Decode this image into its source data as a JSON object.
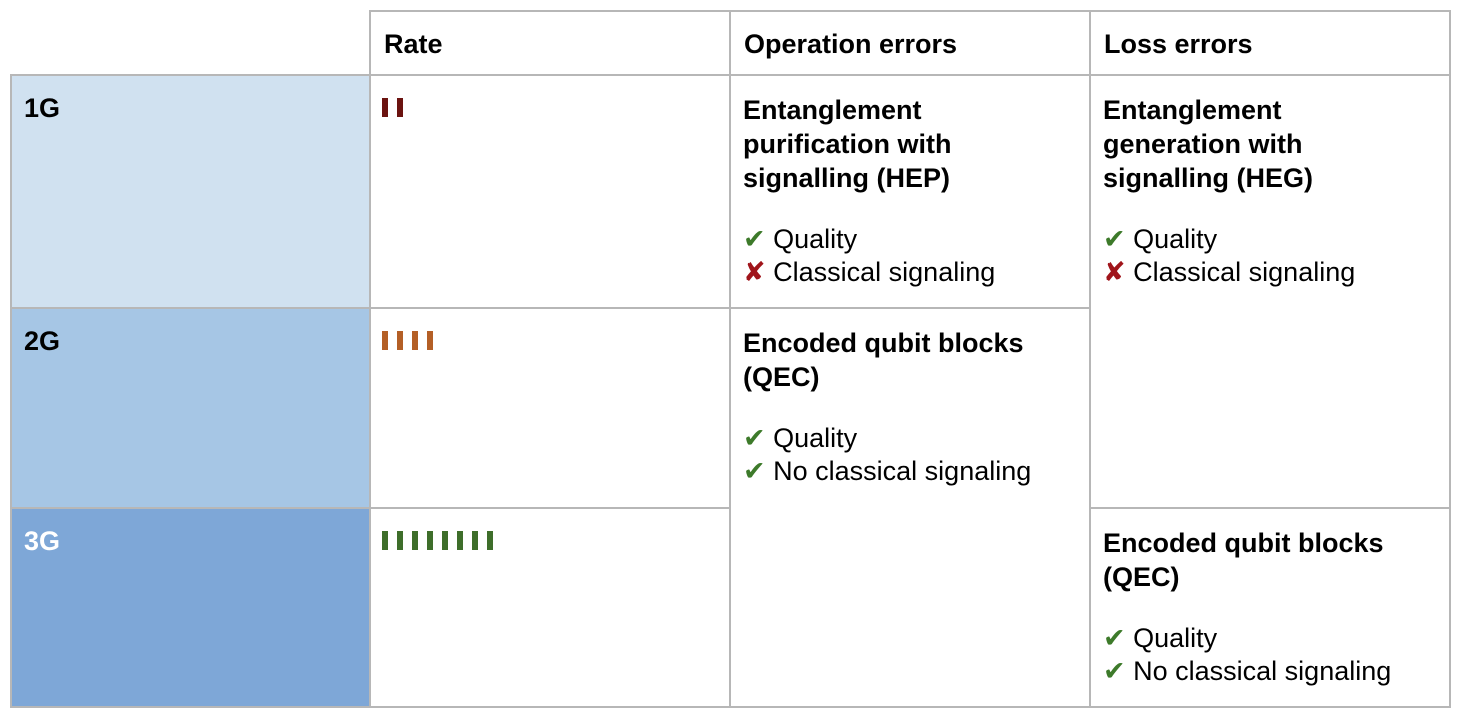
{
  "header": {
    "rate": "Rate",
    "operation_errors": "Operation errors",
    "loss_errors": "Loss errors"
  },
  "rows": [
    {
      "gen": "1G",
      "bg": "#d0e1f0",
      "text_color": "#000000",
      "bar_count": 2,
      "bar_color": "#6b1310"
    },
    {
      "gen": "2G",
      "bg": "#a6c6e5",
      "text_color": "#000000",
      "bar_count": 4,
      "bar_color": "#b45f26"
    },
    {
      "gen": "3G",
      "bg": "#7ea7d7",
      "text_color": "#ffffff",
      "bar_count": 8,
      "bar_color": "#3e6e2a"
    }
  ],
  "cells": {
    "op_1g": {
      "title": [
        "Entanglement",
        "purification with",
        "signalling (HEP)"
      ],
      "items": [
        {
          "icon": "check-icon",
          "mark": "✔",
          "text": "Quality"
        },
        {
          "icon": "cross-icon",
          "mark": "✘",
          "text": "Classical signaling"
        }
      ]
    },
    "op_2g": {
      "title": [
        "Encoded qubit blocks",
        "(QEC)"
      ],
      "items": [
        {
          "icon": "check-icon",
          "mark": "✔",
          "text": "Quality"
        },
        {
          "icon": "check-icon",
          "mark": "✔",
          "text": "No classical signaling"
        }
      ]
    },
    "loss_12g": {
      "title": [
        "Entanglement",
        "generation with",
        "signalling (HEG)"
      ],
      "items": [
        {
          "icon": "check-icon",
          "mark": "✔",
          "text": "Quality"
        },
        {
          "icon": "cross-icon",
          "mark": "✘",
          "text": "Classical signaling"
        }
      ]
    },
    "loss_3g": {
      "title": [
        "Encoded qubit blocks",
        "(QEC)"
      ],
      "items": [
        {
          "icon": "check-icon",
          "mark": "✔",
          "text": "Quality"
        },
        {
          "icon": "check-icon",
          "mark": "✔",
          "text": "No classical signaling"
        }
      ]
    }
  }
}
